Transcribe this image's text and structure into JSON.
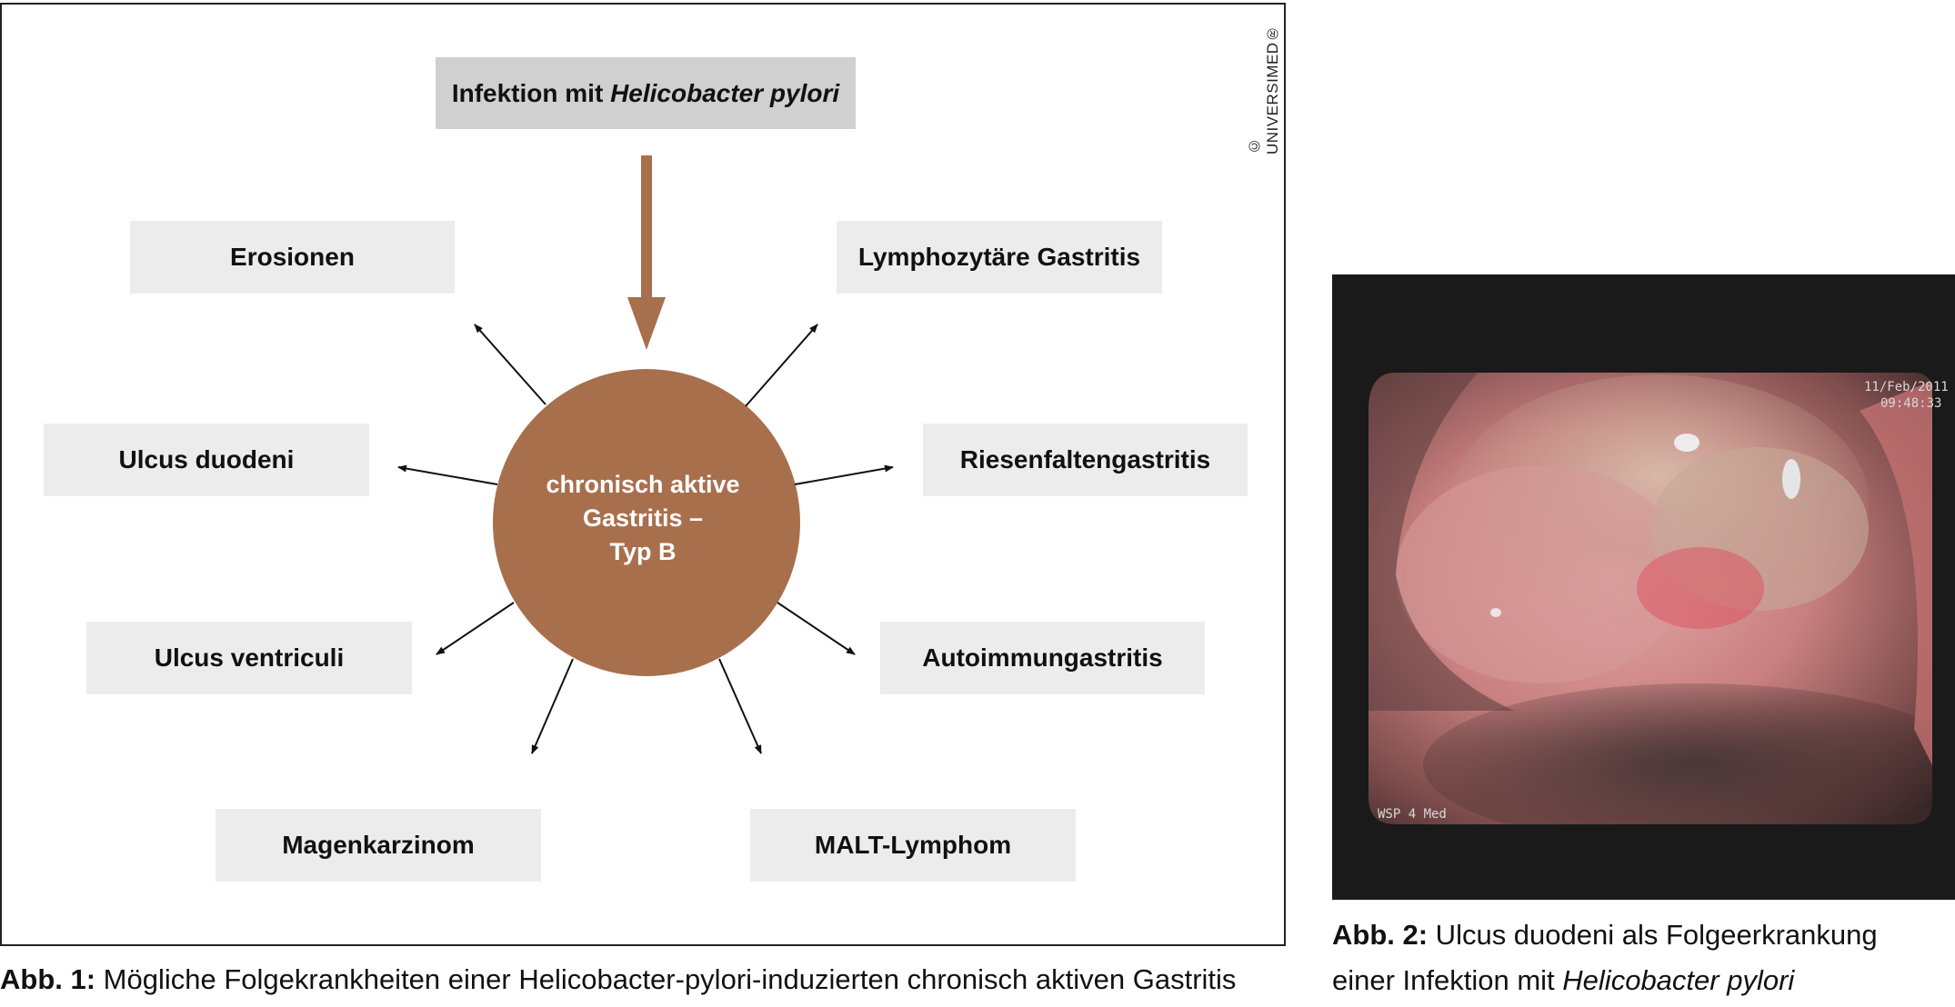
{
  "figure1": {
    "copyright": "© UNIVERSIMED®",
    "source": {
      "prefix": "Infektion mit ",
      "italic": "Helicobacter pylori"
    },
    "center": {
      "line1": "chronisch aktive",
      "line2": "Gastritis –",
      "line3": "Typ B"
    },
    "nodes": {
      "erosionen": "Erosionen",
      "lymphozytaere": "Lymphozytäre Gastritis",
      "ulcus_duodeni": "Ulcus duodeni",
      "riesenfalten": "Riesenfaltengastritis",
      "ulcus_ventriculi": "Ulcus ventriculi",
      "autoimmun": "Autoimmungastritis",
      "magenkarzinom": "Magenkarzinom",
      "malt": "MALT-Lymphom"
    },
    "caption": {
      "label": "Abb. 1:",
      "text": " Mögliche Folgekrankheiten einer Helicobacter-pylori-induzierten chronisch aktiven Gastritis"
    },
    "colors": {
      "accent": "#a86f4c",
      "box": "#ececec",
      "top_box": "#cfd0cf"
    }
  },
  "figure2": {
    "overlay_date": "11/Feb/2011",
    "overlay_time": "09:48:33",
    "overlay_device": "WSP 4 Med",
    "caption": {
      "label": "Abb. 2:",
      "line1": " Ulcus duodeni als Folgeerkrankung",
      "line2_prefix": "einer Infektion mit ",
      "line2_italic": "Helicobacter pylori"
    }
  }
}
